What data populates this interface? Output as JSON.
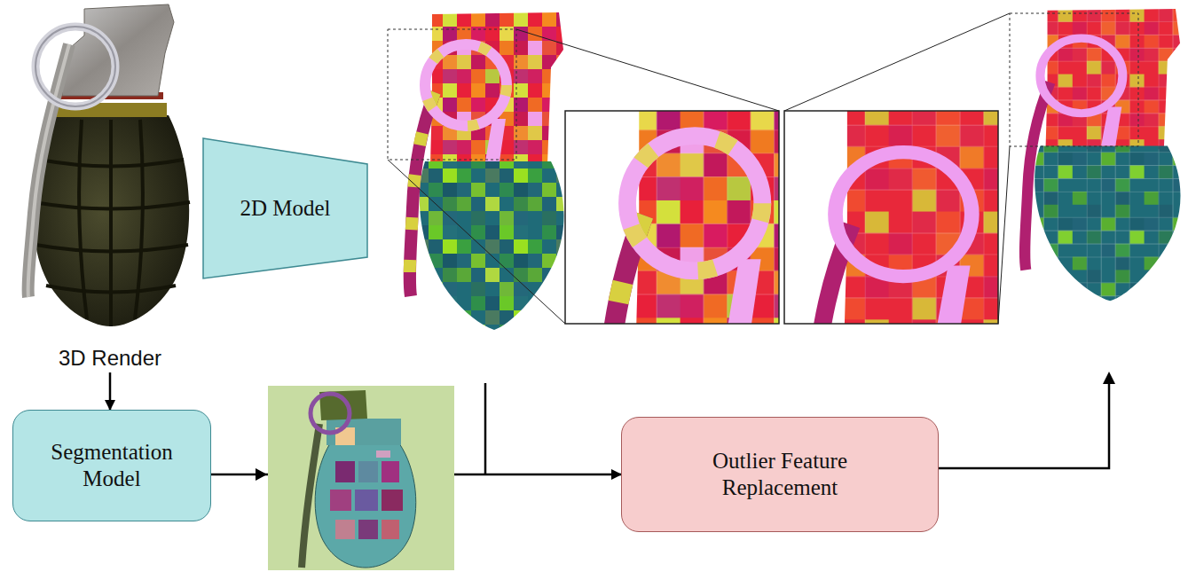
{
  "diagram": {
    "nodes": [
      {
        "text": [
          "3D Render"
        ]
      },
      {
        "text": [
          "2D Model"
        ]
      },
      {
        "text": [
          "Segmentation Model"
        ]
      },
      {
        "text": [
          "Outlier Feature Replacement"
        ]
      }
    ],
    "edges": [
      {
        "from": 0,
        "to": 2,
        "arrow": "to"
      },
      {
        "from": 2,
        "to": 3,
        "arrow": "to"
      }
    ]
  }
}
